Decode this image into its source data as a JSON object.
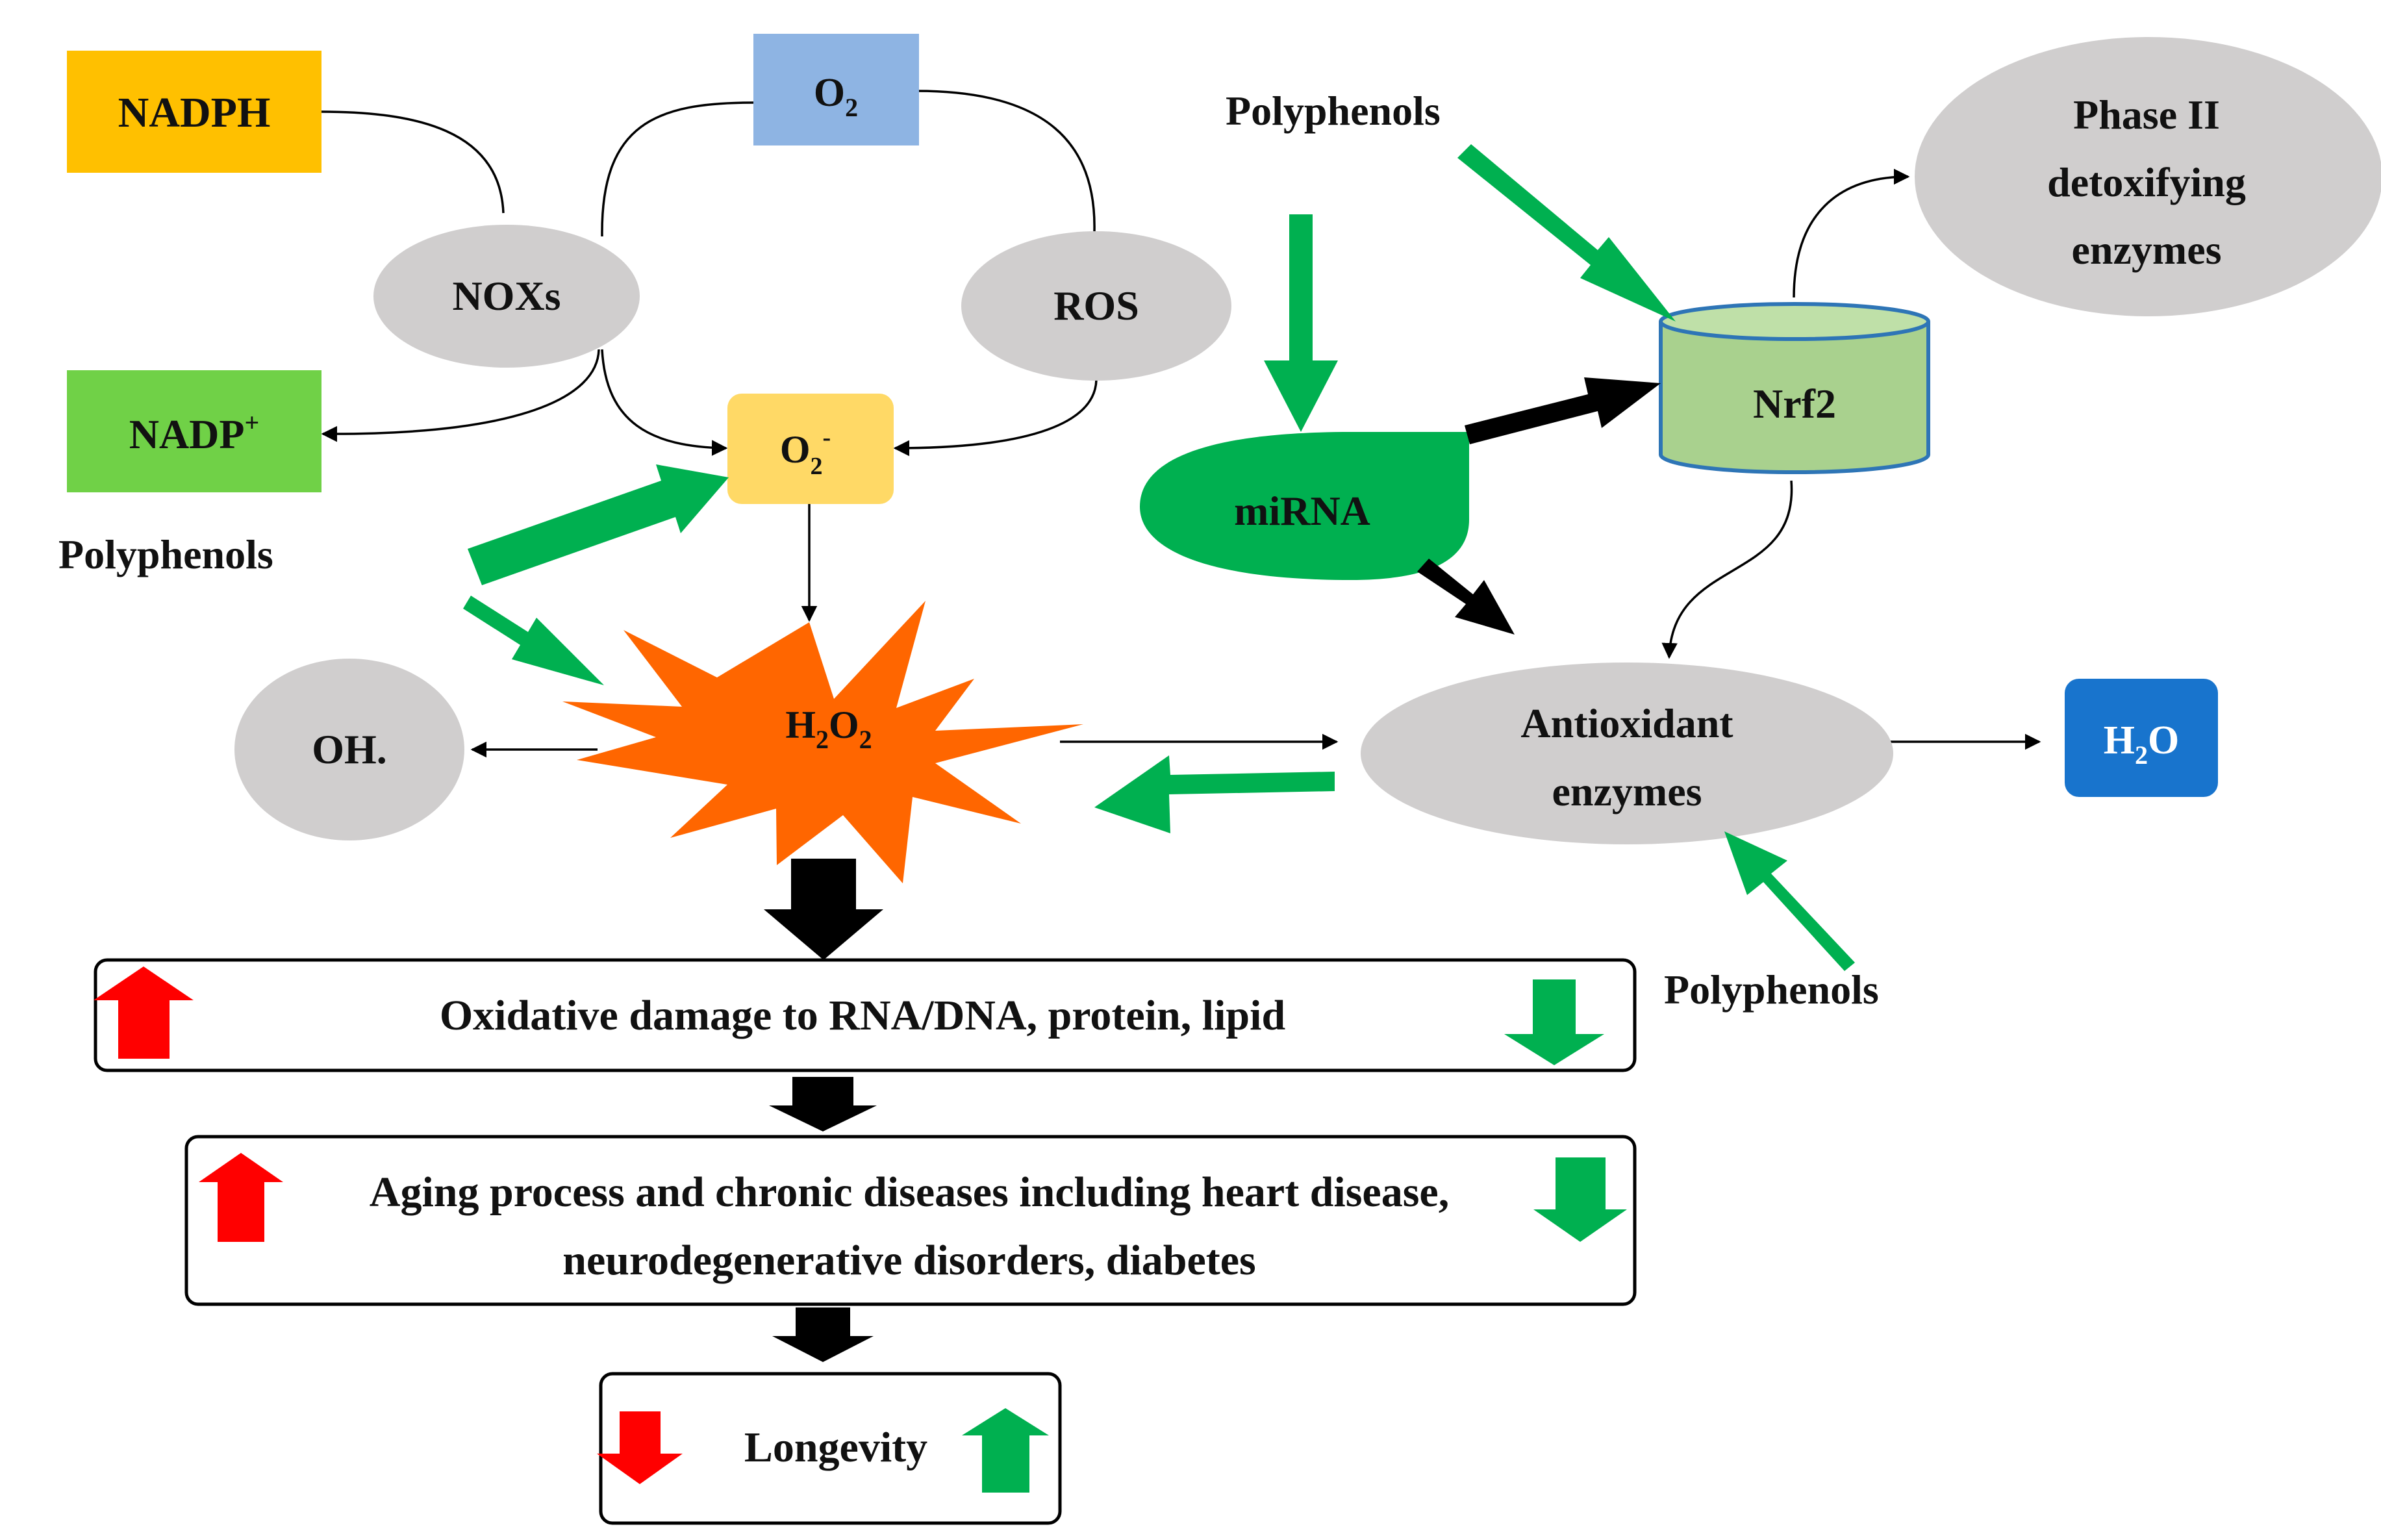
{
  "nodes": {
    "nadph": "NADPH",
    "o2": "O",
    "o2_sub": "2",
    "noxs": "NOXs",
    "ros": "ROS",
    "nadp": "NADP",
    "nadp_sup": "+",
    "superoxide": "O",
    "superoxide_sub": "2",
    "superoxide_sup": "-",
    "h2o2_a": "H",
    "h2o2_sub1": "2",
    "h2o2_b": "O",
    "h2o2_sub2": "2",
    "oh": "OH.",
    "mirna": "miRNA",
    "nrf2": "Nrf2",
    "phase2_line1": "Phase II",
    "phase2_line2": "detoxifying",
    "phase2_line3": "enzymes",
    "antioxidant_line1": "Antioxidant",
    "antioxidant_line2": "enzymes",
    "water_a": "H",
    "water_sub": "2",
    "water_b": "O"
  },
  "labels": {
    "polyphenols_left": "Polyphenols",
    "polyphenols_top": "Polyphenols",
    "polyphenols_bottom": "Polyphenols"
  },
  "outcomes": {
    "damage": "Oxidative damage to RNA/DNA, protein, lipid",
    "aging_line1": "Aging process and chronic diseases including heart disease,",
    "aging_line2": "neurodegenerative disorders, diabetes",
    "longevity": "Longevity"
  },
  "colors": {
    "nadph": "#FFC000",
    "o2": "#8EB4E3",
    "nadp": "#70D147",
    "superoxide": "#FFD966",
    "h2o2": "#FF6600",
    "grey_node": "#D0CECE",
    "mirna": "#00B050",
    "nrf2_fill": "#A9D18E",
    "nrf2_stroke": "#2E75B6",
    "water": "#1874CD",
    "green_arrow": "#00B050",
    "red_arrow": "#FF0000",
    "black_arrow": "#000000"
  }
}
